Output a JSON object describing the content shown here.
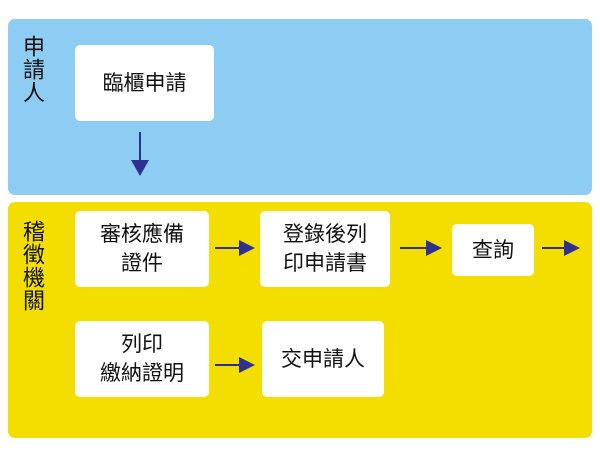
{
  "lanes": {
    "applicant": {
      "label": "申請人"
    },
    "agency": {
      "label": "稽徵機關"
    }
  },
  "steps": {
    "counter_apply": {
      "lines": [
        "臨櫃申請"
      ]
    },
    "review": {
      "lines": [
        "審核應備",
        "證件"
      ]
    },
    "register_print": {
      "lines": [
        "登錄後列",
        "印申請書"
      ]
    },
    "query": {
      "lines": [
        "查詢"
      ]
    },
    "print_proof": {
      "lines": [
        "列印",
        "繳納證明"
      ]
    },
    "hand_over": {
      "lines": [
        "交申請人"
      ]
    }
  },
  "colors": {
    "applicant_lane": "#8ecdf3",
    "agency_lane": "#f4de00",
    "arrow": "#2e3192",
    "box": "#ffffff"
  }
}
